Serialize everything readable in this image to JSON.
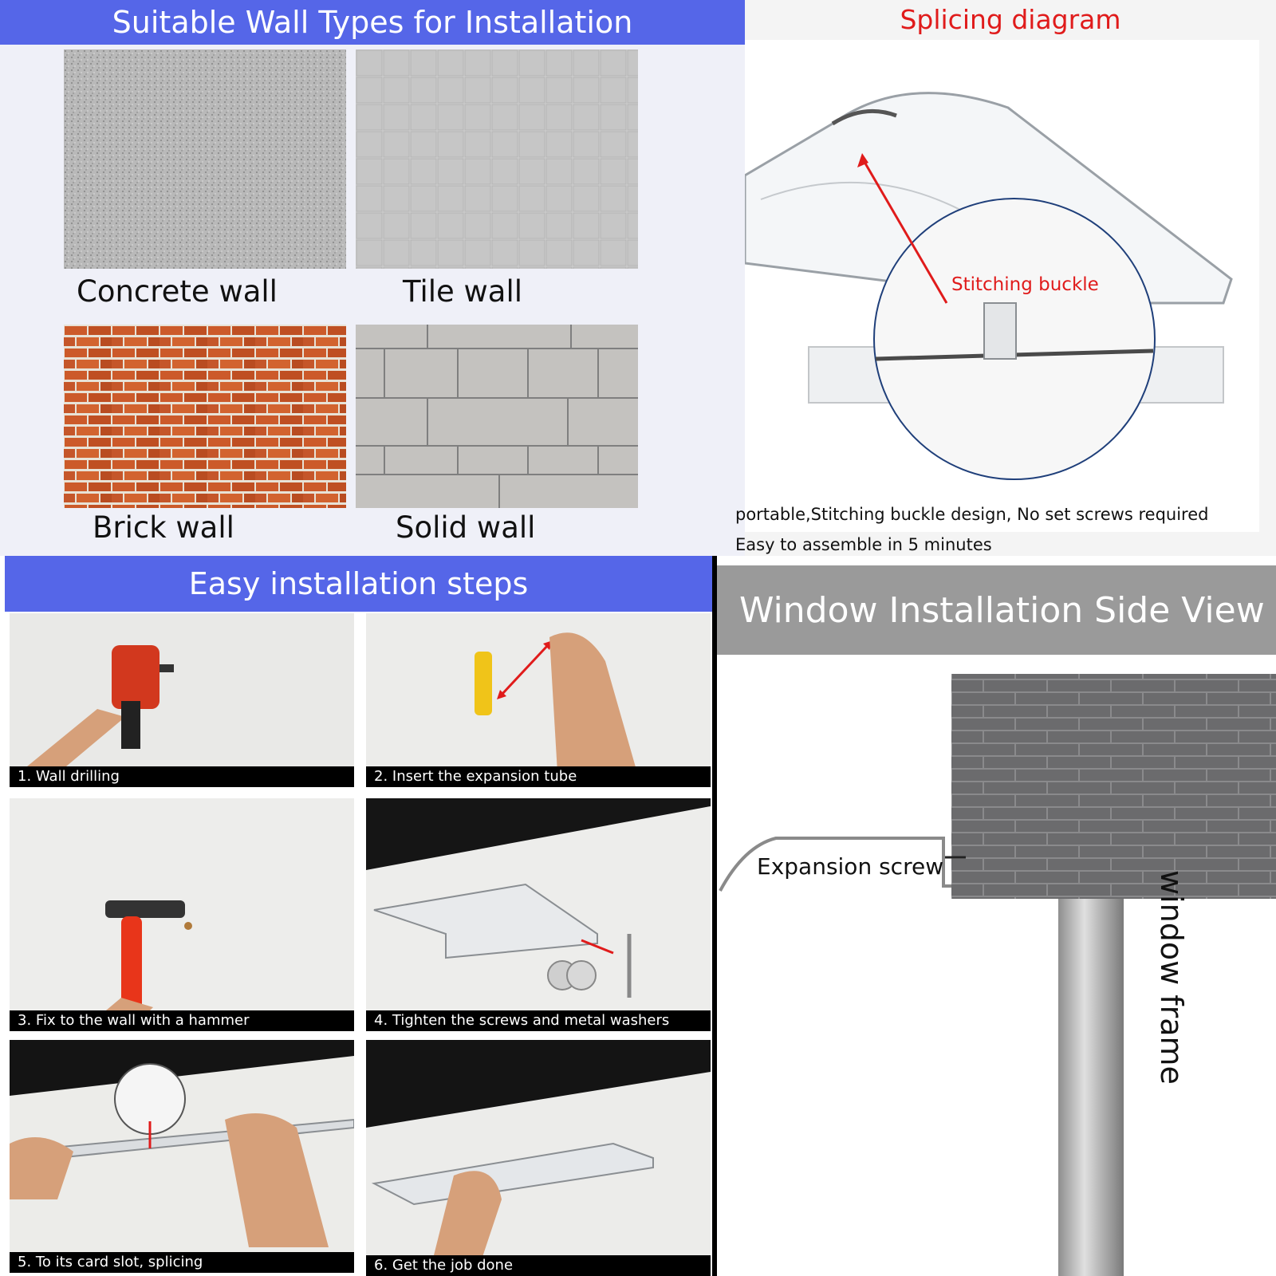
{
  "wall_types": {
    "title": "Suitable Wall Types for Installation",
    "items": [
      {
        "label": "Concrete wall"
      },
      {
        "label": "Tile wall"
      },
      {
        "label": "Brick wall"
      },
      {
        "label": "Solid wall"
      }
    ]
  },
  "splicing": {
    "title": "Splicing diagram",
    "callout": "Stitching buckle",
    "caption_line1": "portable,Stitching buckle design, No set screws required",
    "caption_line2": "Easy to assemble in 5 minutes"
  },
  "steps": {
    "title": "Easy installation steps",
    "items": [
      {
        "caption": "1. Wall drilling"
      },
      {
        "caption": "2. Insert the expansion tube"
      },
      {
        "caption": "3. Fix to the wall with a hammer"
      },
      {
        "caption": "4. Tighten the screws and metal washers"
      },
      {
        "caption": "5. To its card slot, splicing"
      },
      {
        "caption": "6. Get the job done"
      }
    ]
  },
  "side_view": {
    "title": "Window Installation Side View",
    "screw_label": "Expansion screw",
    "frame_label": "window frame"
  },
  "colors": {
    "banner_blue": "#5566e8",
    "splicing_title": "#e01b1b",
    "side_banner_gray": "#9a9a9a"
  }
}
